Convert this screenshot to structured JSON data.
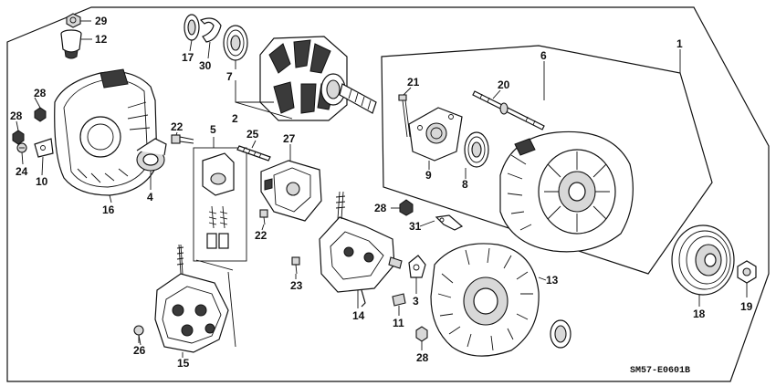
{
  "diagram": {
    "reference_code": "SM57-E0601B",
    "callouts": {
      "c1": "1",
      "c2": "2",
      "c3": "3",
      "c4": "4",
      "c5": "5",
      "c6": "6",
      "c7": "7",
      "c8": "8",
      "c9": "9",
      "c10": "10",
      "c11": "11",
      "c12": "12",
      "c13": "13",
      "c14": "14",
      "c15": "15",
      "c16": "16",
      "c17": "17",
      "c18": "18",
      "c19": "19",
      "c20": "20",
      "c21": "21",
      "c22a": "22",
      "c22b": "22",
      "c23": "23",
      "c24": "24",
      "c25": "25",
      "c26": "26",
      "c27": "27",
      "c28a": "28",
      "c28b": "28",
      "c28c": "28",
      "c28d": "28",
      "c29": "29",
      "c30": "30",
      "c31": "31"
    }
  }
}
